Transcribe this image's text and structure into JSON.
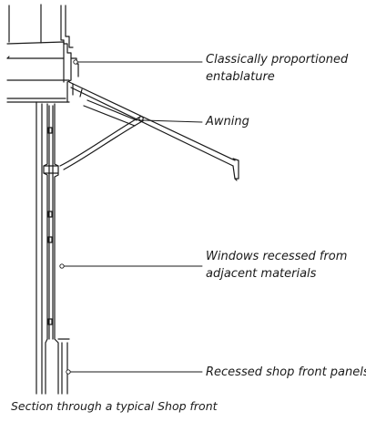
{
  "labels": {
    "entablature": [
      "Classically proportioned",
      "entablature"
    ],
    "awning": [
      "Awning"
    ],
    "windows": [
      "Windows recessed from",
      "adjacent materials"
    ],
    "panels": [
      "Recessed shop front panels"
    ]
  },
  "caption": "Section through a typical Shop front",
  "colors": {
    "ink": "#1a1a1a",
    "background": "#ffffff"
  }
}
